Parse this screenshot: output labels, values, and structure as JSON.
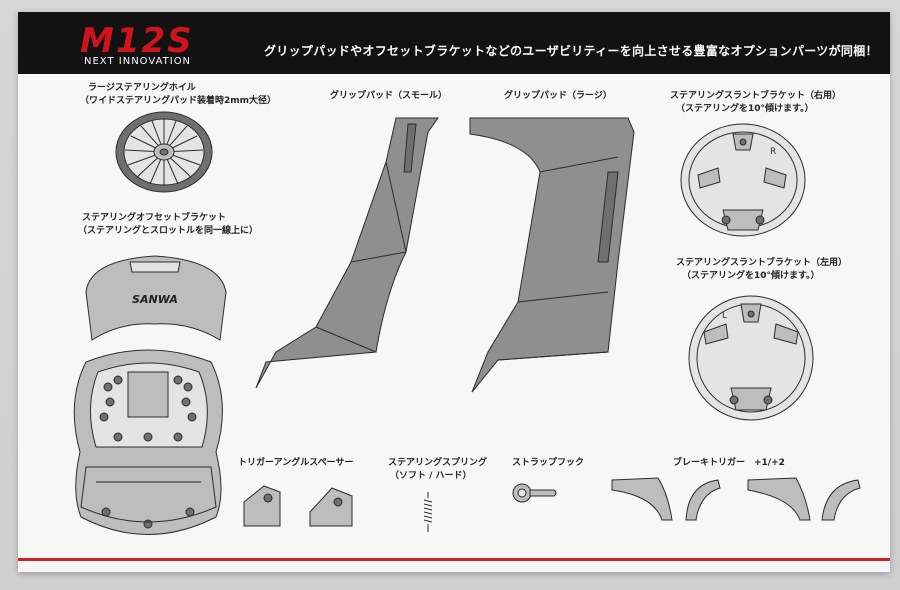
{
  "header": {
    "logo": "M12S",
    "tagline": "NEXT INNOVATION",
    "headline": "グリップパッドやオフセットブラケットなどのユーザビリティーを向上させる豊富なオプションパーツが同梱！"
  },
  "labels": {
    "large_wheel": "ラージステアリングホイル",
    "large_wheel_note": "（ワイドステアリングパッド装着時2mm大径）",
    "offset_bracket": "ステアリングオフセットブラケット",
    "offset_bracket_note": "（ステアリングとスロットルを同一線上に）",
    "grip_small": "グリップパッド（スモール）",
    "grip_large": "グリップパッド（ラージ）",
    "slant_right": "ステアリングスラントブラケット（右用）",
    "slant_right_note": "（ステアリングを10°傾けます。）",
    "slant_left": "ステアリングスラントブラケット（左用）",
    "slant_left_note": "（ステアリングを10°傾けます。）",
    "trigger_spacer": "トリガーアングルスペーサー",
    "spring": "ステアリングスプリング",
    "spring_note": "（ソフト / ハード）",
    "strap_hook": "ストラップフック",
    "brake_trigger": "ブレーキトリガー　+1/+2"
  },
  "part_marks": {
    "sanwa": "SANWA",
    "slant_right_mark": "R",
    "slant_left_mark": "L"
  },
  "colors": {
    "header_bg": "#121212",
    "accent_red": "#d31f26",
    "part_gray": "#8f8f8f"
  }
}
